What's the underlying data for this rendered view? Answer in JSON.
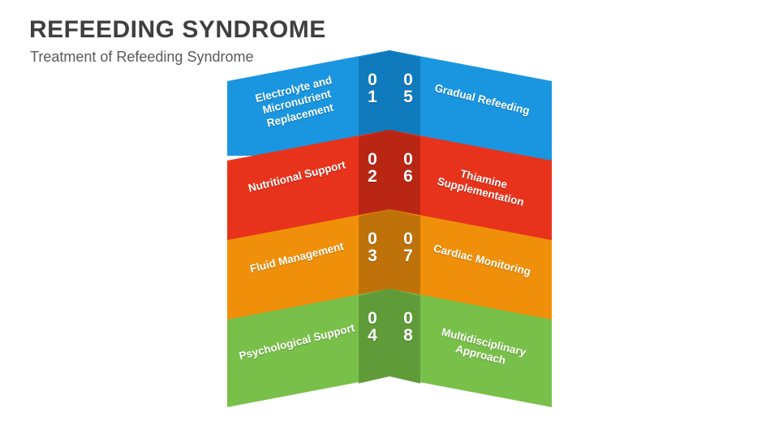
{
  "header": {
    "title": "REFEEDING SYNDROME",
    "subtitle": "Treatment of Refeeding Syndrome"
  },
  "diagram": {
    "type": "chevron-list",
    "rows": [
      {
        "color": "#1a96e0",
        "shadow": "#0f7bbd",
        "left": {
          "number_top": "0",
          "number_bottom": "1",
          "label": "Electrolyte and Micronutrient Replacement",
          "rotate": -14
        },
        "right": {
          "number_top": "0",
          "number_bottom": "5",
          "label": "Gradual Refeeding",
          "rotate": 14
        }
      },
      {
        "color": "#e8331c",
        "shadow": "#ba2614",
        "left": {
          "number_top": "0",
          "number_bottom": "2",
          "label": "Nutritional Support",
          "rotate": -14
        },
        "right": {
          "number_top": "0",
          "number_bottom": "6",
          "label": "Thiamine Supplementation",
          "rotate": 14
        }
      },
      {
        "color": "#f0900a",
        "shadow": "#c0720a",
        "left": {
          "number_top": "0",
          "number_bottom": "3",
          "label": "Fluid Management",
          "rotate": -14
        },
        "right": {
          "number_top": "0",
          "number_bottom": "7",
          "label": "Cardiac Monitoring",
          "rotate": 14
        }
      },
      {
        "color": "#79c04a",
        "shadow": "#5f9c39",
        "left": {
          "number_top": "0",
          "number_bottom": "4",
          "label": "Psychological Support",
          "rotate": -14
        },
        "right": {
          "number_top": "0",
          "number_bottom": "8",
          "label": "Multidisciplinary Approach",
          "rotate": 14
        }
      }
    ]
  }
}
